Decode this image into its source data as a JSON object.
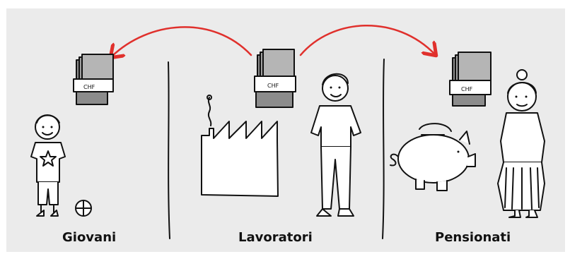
{
  "groups": {
    "young": "Giovani",
    "workers": "Lavoratori",
    "retirees": "Pensionati"
  },
  "currency_label": "CHF",
  "colors": {
    "background": "#ebebeb",
    "arrow": "#e0302c",
    "ink": "#111111"
  }
}
